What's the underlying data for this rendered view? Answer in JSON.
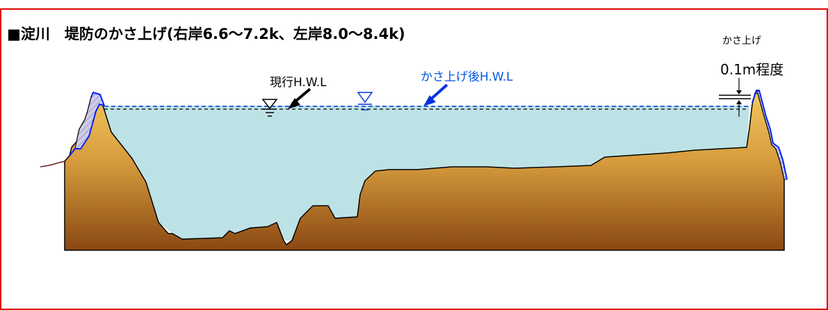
{
  "title": "■淀川　堤防のかさ上げ(右岸6.6～7.2k、左岸8.0～8.4k)",
  "labels": {
    "current_hwl": "現行H.W.L",
    "raised_hwl": "かさ上げ後H.W.L",
    "raise_heading": "かさ上げ",
    "raise_amount": "0.1m程度"
  },
  "colors": {
    "frame": "#e00000",
    "water": "#bde2e6",
    "ground_top": "#f2c058",
    "ground_bottom": "#8f4e14",
    "raised_line": "#0033dd",
    "current_line": "#000000",
    "raised_text": "#0055dd",
    "fill_hatch": "#b9b8d8"
  },
  "icons": [
    "water-level-triangle-current",
    "water-level-triangle-raised",
    "arrow-current",
    "arrow-raised",
    "dimension-arrows"
  ]
}
